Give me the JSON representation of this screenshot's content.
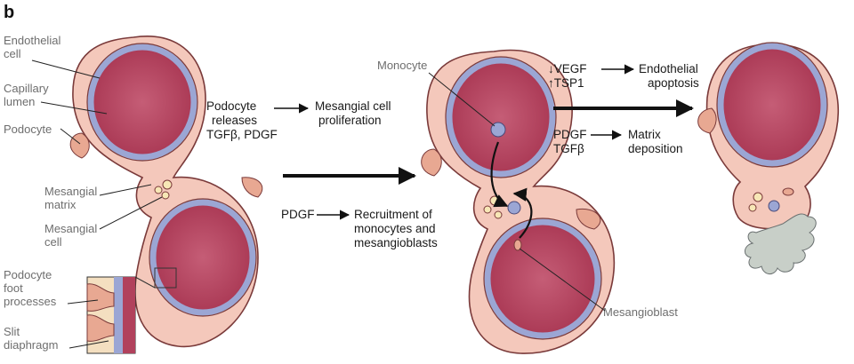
{
  "panel_letter": "b",
  "left_labels": {
    "endothelial_cell": [
      "Endothelial",
      "cell"
    ],
    "capillary_lumen": [
      "Capillary",
      "lumen"
    ],
    "podocyte": [
      "Podocyte"
    ],
    "mesangial_matrix": [
      "Mesangial",
      "matrix"
    ],
    "mesangial_cell": [
      "Mesangial",
      "cell"
    ],
    "podocyte_foot_processes": [
      "Podocyte",
      "foot",
      "processes"
    ],
    "slit_diaphragm": [
      "Slit",
      "diaphragm"
    ]
  },
  "middle_labels": {
    "monocyte": [
      "Monocyte"
    ],
    "mesangioblast": [
      "Mesangioblast"
    ]
  },
  "annotations": {
    "podocyte_releases": [
      "Podocyte",
      "releases",
      "TGFβ, PDGF"
    ],
    "mesangial_proliferation": [
      "Mesangial cell",
      "proliferation"
    ],
    "pdgf_left": [
      "PDGF"
    ],
    "recruitment": [
      "Recruitment of",
      "monocytes and",
      "mesangioblasts"
    ],
    "vegf_tsp1": [
      "↓VEGF",
      "↑TSP1"
    ],
    "endothelial_apoptosis": [
      "Endothelial",
      "apoptosis"
    ],
    "pdgf_tgfb": [
      "PDGF",
      "TGFβ"
    ],
    "matrix_deposition": [
      "Matrix",
      "deposition"
    ]
  },
  "colors": {
    "lumen": "#b1415c",
    "lumen_center": "#c25a72",
    "endothelium": "#9ba6d4",
    "outline": "#7a3a3a",
    "mesangium": "#f4c8bb",
    "podocyte": "#e8a892",
    "sclerosis": "#c8cfc8",
    "arrow": "#111111"
  }
}
